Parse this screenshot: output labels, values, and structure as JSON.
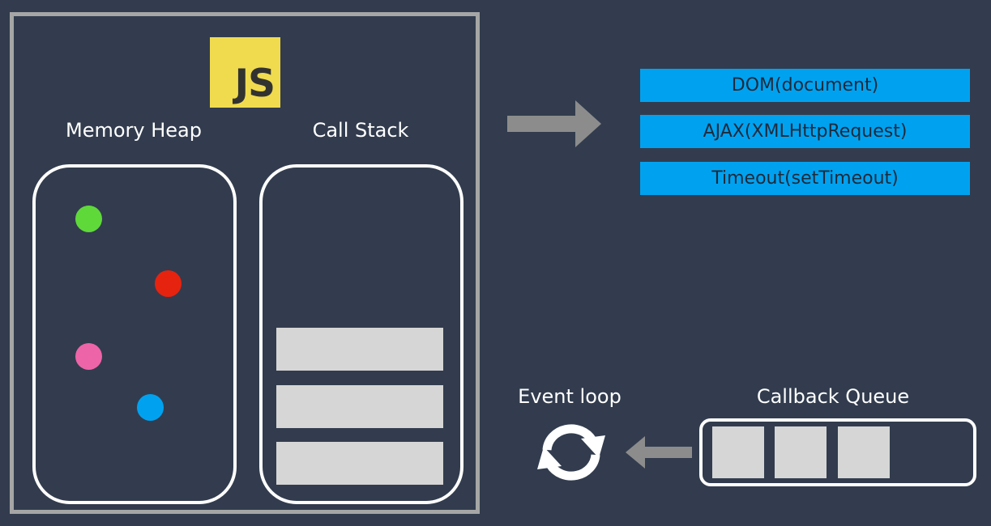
{
  "colors": {
    "background": "#323c4e",
    "frame": "#a6a6a6",
    "js_yellow": "#f0db4f",
    "js_text": "#323330",
    "api_blue": "#00a2f0",
    "block_gray": "#d6d6d6",
    "arrow_gray": "#8c8c8c"
  },
  "engine": {
    "logo_text": "JS",
    "memory_heap": {
      "label": "Memory Heap",
      "objects": [
        {
          "name": "green-object",
          "color": "#5fd93a"
        },
        {
          "name": "red-object",
          "color": "#e6230f"
        },
        {
          "name": "pink-object",
          "color": "#ee64a9"
        },
        {
          "name": "blue-object",
          "color": "#00a2f0"
        }
      ]
    },
    "call_stack": {
      "label": "Call Stack",
      "frame_count": 3
    }
  },
  "web_apis": {
    "items": [
      {
        "label": "DOM(document)"
      },
      {
        "label": "AJAX(XMLHttpRequest)"
      },
      {
        "label": "Timeout(setTimeout)"
      }
    ]
  },
  "event_loop": {
    "label": "Event loop",
    "icon": "refresh-icon"
  },
  "callback_queue": {
    "label": "Callback Queue",
    "item_count": 3
  }
}
